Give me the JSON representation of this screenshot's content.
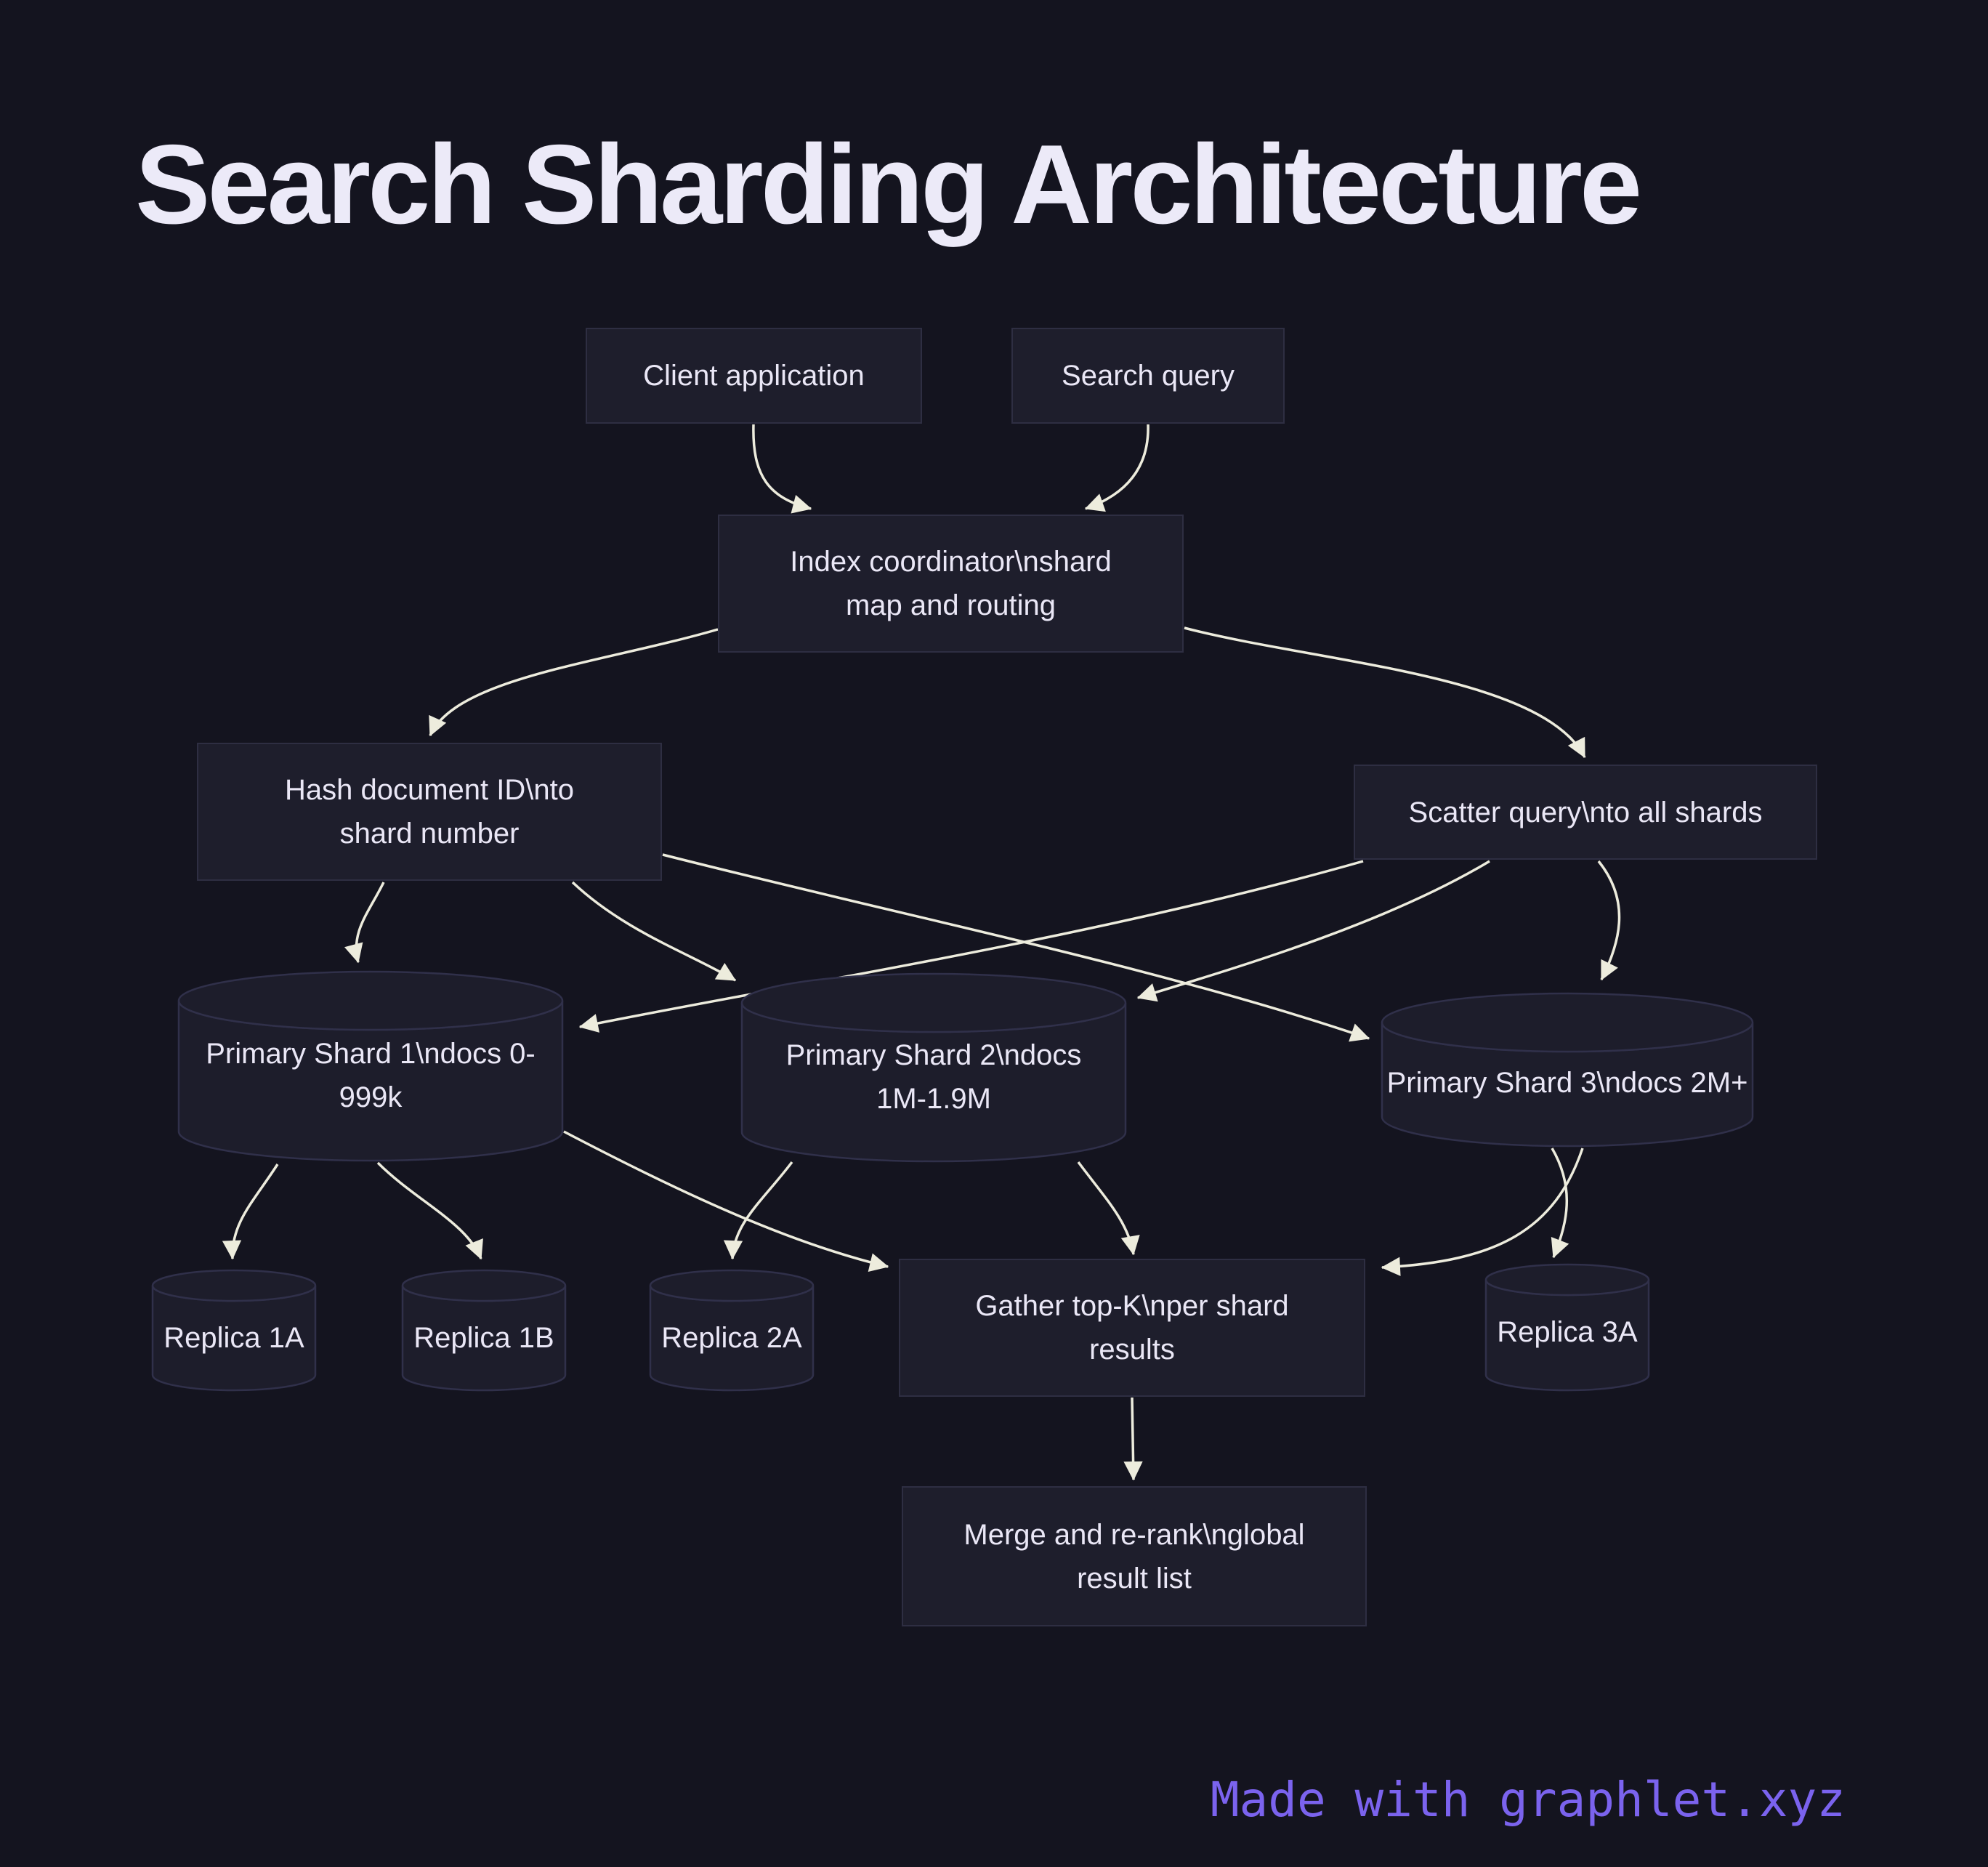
{
  "title": {
    "text": "Search Sharding Architecture"
  },
  "nodes": {
    "client": {
      "label": "Client application",
      "type": "box"
    },
    "query": {
      "label": "Search query",
      "type": "box"
    },
    "coordinator": {
      "label": "Index coordinator\\nshard map and routing",
      "type": "box"
    },
    "hash": {
      "label": "Hash document ID\\nto shard number",
      "type": "box"
    },
    "scatter": {
      "label": "Scatter query\\nto all shards",
      "type": "box"
    },
    "shard1": {
      "label": "Primary Shard 1\\ndocs 0-999k",
      "type": "cylinder"
    },
    "shard2": {
      "label": "Primary Shard 2\\ndocs 1M-1.9M",
      "type": "cylinder"
    },
    "shard3": {
      "label": "Primary Shard 3\\ndocs 2M+",
      "type": "cylinder"
    },
    "replica1a": {
      "label": "Replica 1A",
      "type": "cylinder"
    },
    "replica1b": {
      "label": "Replica 1B",
      "type": "cylinder"
    },
    "replica2a": {
      "label": "Replica 2A",
      "type": "cylinder"
    },
    "replica3a": {
      "label": "Replica 3A",
      "type": "cylinder"
    },
    "gather": {
      "label": "Gather top-K\\nper shard results",
      "type": "box"
    },
    "merge": {
      "label": "Merge and re-rank\\nglobal result list",
      "type": "box"
    }
  },
  "edges": [
    {
      "from": "client",
      "to": "coordinator"
    },
    {
      "from": "query",
      "to": "coordinator"
    },
    {
      "from": "coordinator",
      "to": "hash"
    },
    {
      "from": "coordinator",
      "to": "scatter"
    },
    {
      "from": "hash",
      "to": "shard1"
    },
    {
      "from": "hash",
      "to": "shard2"
    },
    {
      "from": "hash",
      "to": "shard3"
    },
    {
      "from": "scatter",
      "to": "shard1"
    },
    {
      "from": "scatter",
      "to": "shard2"
    },
    {
      "from": "scatter",
      "to": "shard3"
    },
    {
      "from": "shard1",
      "to": "replica1a"
    },
    {
      "from": "shard1",
      "to": "replica1b"
    },
    {
      "from": "shard1",
      "to": "gather"
    },
    {
      "from": "shard2",
      "to": "replica2a"
    },
    {
      "from": "shard2",
      "to": "gather"
    },
    {
      "from": "shard3",
      "to": "replica3a"
    },
    {
      "from": "shard3",
      "to": "gather"
    },
    {
      "from": "gather",
      "to": "merge"
    }
  ],
  "footer": {
    "label": "Made with graphlet.xyz"
  },
  "colors": {
    "background": "#14141f",
    "node_fill": "#1e1e2c",
    "node_border": "#2e2e42",
    "cylinder_fill": "#1d1d2b",
    "cylinder_border": "#30304a",
    "text": "#eae7f6",
    "title": "#eceaf8",
    "arrow": "#edecdd",
    "footer": "#7b63ee"
  }
}
